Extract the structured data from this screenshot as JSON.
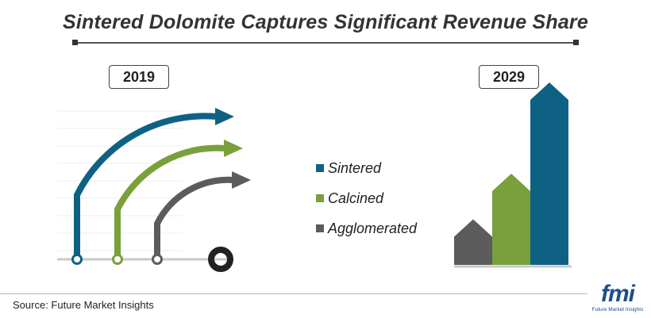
{
  "title": "Sintered Dolomite Captures Significant Revenue Share",
  "years": {
    "start": "2019",
    "end": "2029"
  },
  "source": "Source: Future Market Insights",
  "logo": {
    "text": "fmi",
    "subtext": "Future Market Insights"
  },
  "colors": {
    "sintered": "#0f6184",
    "calcined": "#79a03b",
    "agglomerated": "#5c5c5c",
    "title": "#333333"
  },
  "chart_data": [
    {
      "type": "area",
      "title": "",
      "categories": [
        "Sintered",
        "Calcined",
        "Agglomerated"
      ],
      "note": "2019 arcs, relative size",
      "values": [
        3,
        2,
        1
      ]
    },
    {
      "type": "bar",
      "title": "",
      "categories": [
        "Agglomerated",
        "Calcined",
        "Sintered"
      ],
      "values": [
        1,
        2,
        4
      ],
      "legend": [
        "Sintered",
        "Calcined",
        "Agglomerated"
      ],
      "legend_placement": "center"
    }
  ]
}
